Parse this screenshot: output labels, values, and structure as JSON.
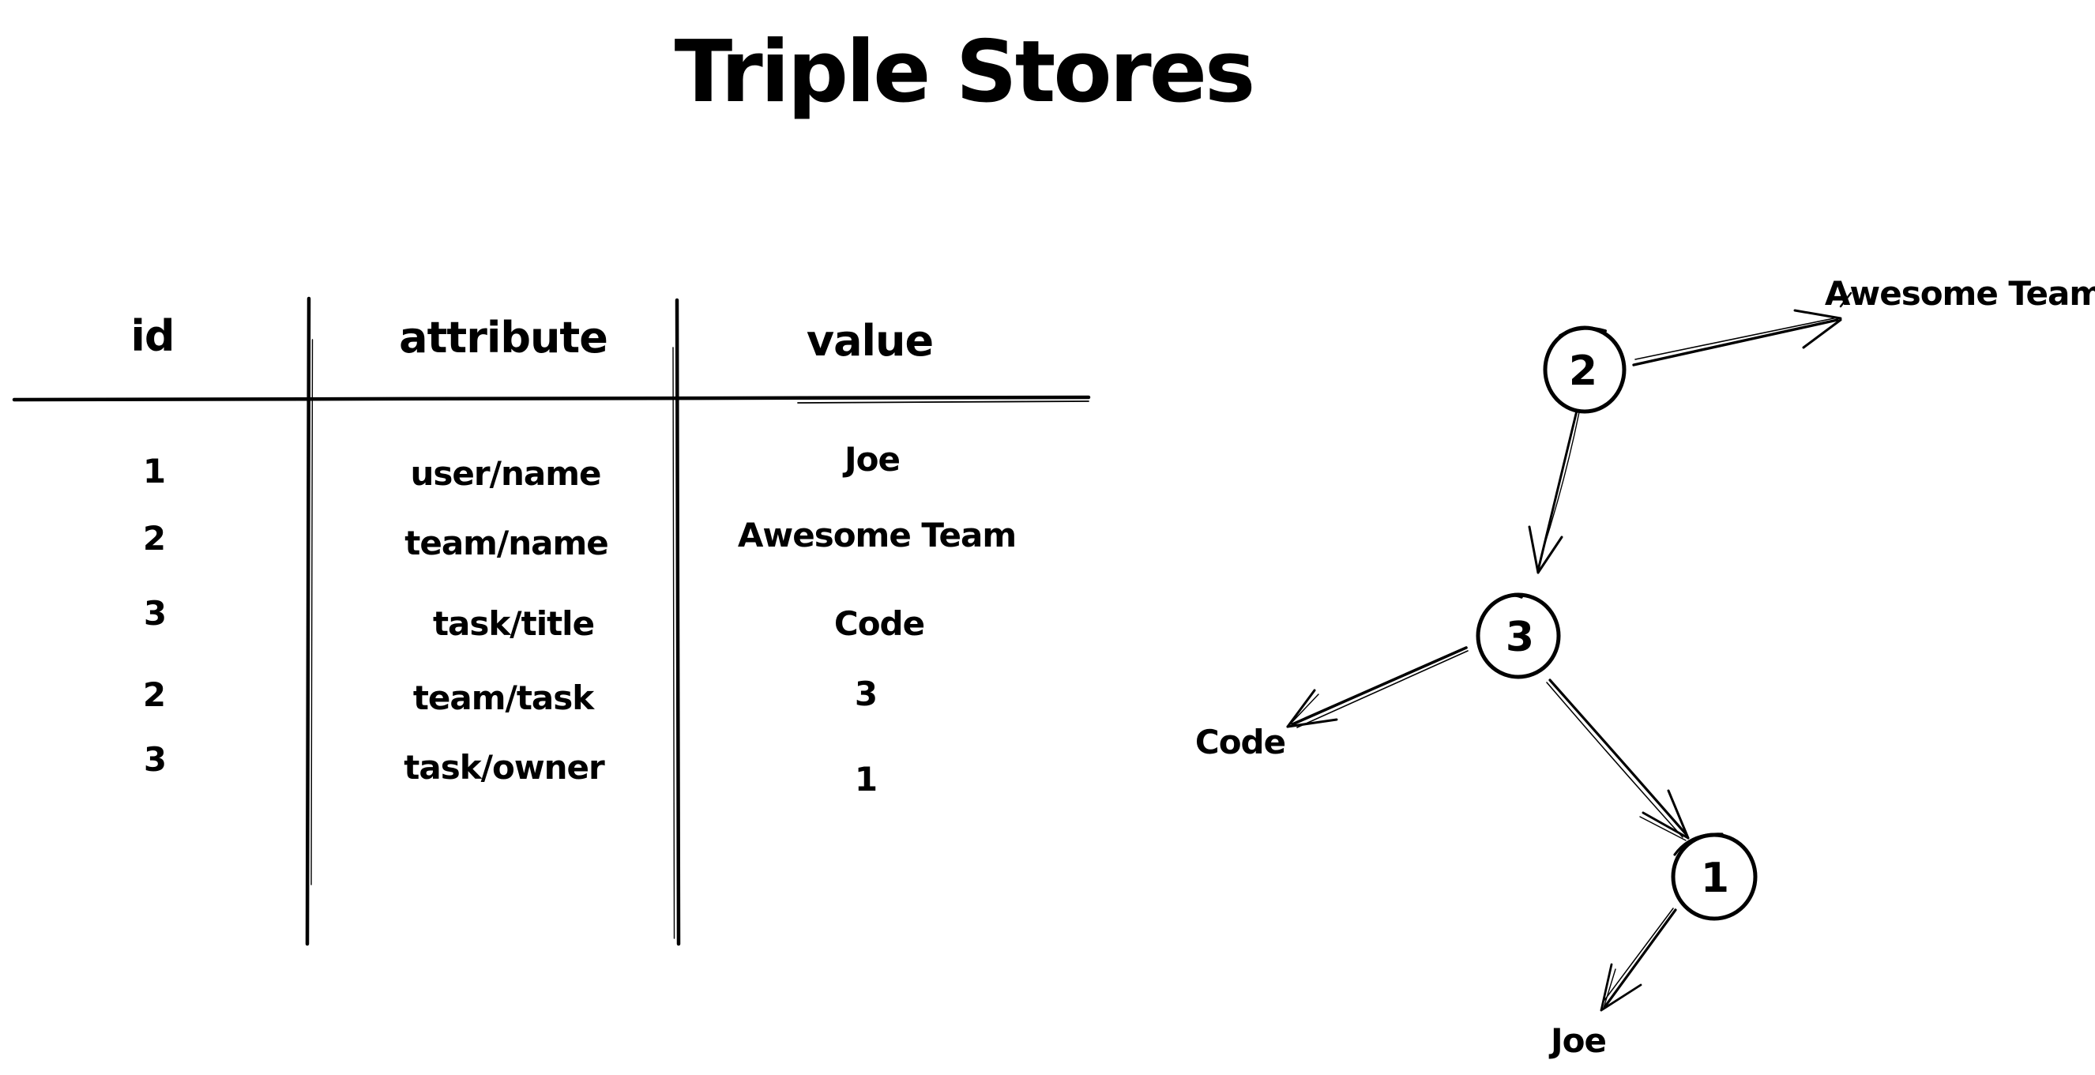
{
  "title": "Triple Stores",
  "colors": {
    "ink": "#000000",
    "background": "#ffffff"
  },
  "table": {
    "headers": [
      "id",
      "attribute",
      "value"
    ],
    "rows": [
      {
        "id": "1",
        "attribute": "user/name",
        "value": "Joe"
      },
      {
        "id": "2",
        "attribute": "team/name",
        "value": "Awesome Team"
      },
      {
        "id": "3",
        "attribute": "task/title",
        "value": "Code"
      },
      {
        "id": "2",
        "attribute": "team/task",
        "value": "3"
      },
      {
        "id": "3",
        "attribute": "task/owner",
        "value": "1"
      }
    ]
  },
  "graph": {
    "nodes": [
      {
        "label": "2"
      },
      {
        "label": "3"
      },
      {
        "label": "1"
      }
    ],
    "edge_labels": [
      {
        "text": "Awesome Team"
      },
      {
        "text": "Code"
      },
      {
        "text": "Joe"
      }
    ],
    "edges": [
      {
        "from": "2",
        "to": "Awesome Team"
      },
      {
        "from": "2",
        "to": "3"
      },
      {
        "from": "3",
        "to": "Code"
      },
      {
        "from": "3",
        "to": "1"
      },
      {
        "from": "1",
        "to": "Joe"
      }
    ]
  }
}
